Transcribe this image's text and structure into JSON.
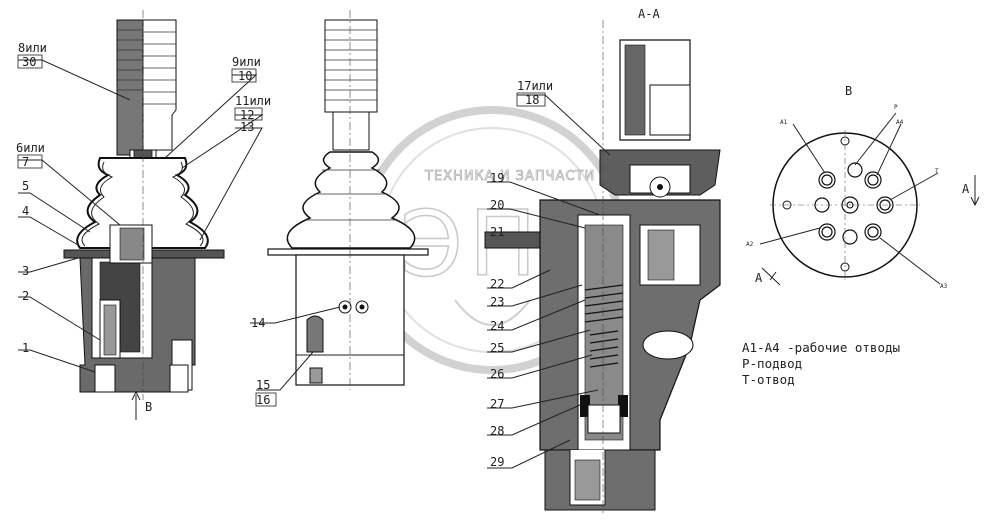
{
  "section_label": "А-А",
  "view_b_label": "В",
  "callouts": {
    "c8": "8или",
    "c30": "30",
    "c9": "9или",
    "c10": "10",
    "c11": "11или",
    "c12": "12",
    "c13": "13",
    "c6": "6или",
    "c7": "7",
    "c5": "5",
    "c4": "4",
    "c3": "3",
    "c2": "2",
    "c1": "1",
    "c14": "14",
    "c15": "15",
    "c16": "16",
    "c17": "17или",
    "c18": "18",
    "c19": "19",
    "c20": "20",
    "c21": "21",
    "c22": "22",
    "c23": "23",
    "c24": "24",
    "c25": "25",
    "c26": "26",
    "c27": "27",
    "c28": "28",
    "c29": "29"
  },
  "arrow_b": "В",
  "arrow_a": "А",
  "ports": {
    "a1": "А1",
    "a2": "А2",
    "a3": "А3",
    "a4": "А4",
    "p": "Р",
    "t": "Т"
  },
  "legend": {
    "line1": "А1-А4 -рабочие отводы",
    "line2": "Р-подвод",
    "line3": "Т-отвод"
  },
  "watermark": {
    "brand": "ТЕХНИКА И ЗАПЧАСТИ",
    "logo": "ЭПЗ"
  }
}
